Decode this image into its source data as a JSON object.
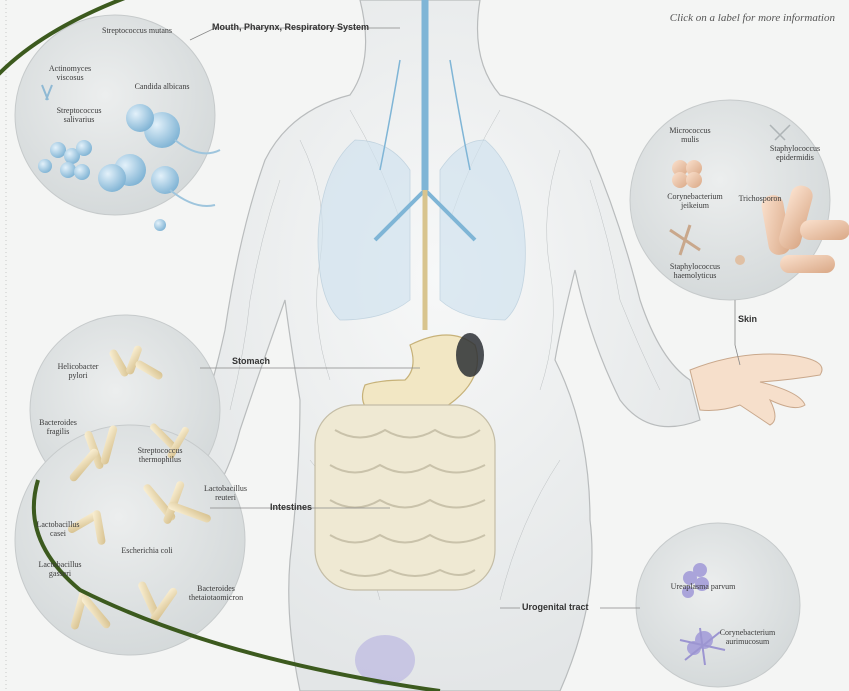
{
  "hint": "Click on a label for more information",
  "organs": {
    "mouth": "Mouth, Pharynx, Respiratory System",
    "stomach": "Stomach",
    "intestines": "Intestines",
    "skin": "Skin",
    "urogenital": "Urogenital tract"
  },
  "mouth_bacteria": [
    "Streptococcus mutans",
    "Actinomyces viscosus",
    "Candida albicans",
    "Streptococcus salivarius"
  ],
  "skin_bacteria": [
    "Micrococcus mulis",
    "Staphylococcus epidermidis",
    "Corynebacterium jeikeium",
    "Trichosporon",
    "Staphylococcus haemolyticus"
  ],
  "gut_bacteria": [
    "Helicobacter pylori",
    "Bacteroides fragilis",
    "Streptococcus thermophilus",
    "Lactobacillus casei",
    "Lactobacillus reuteri",
    "Escherichia coli",
    "Bacteroides thetaiotaomicron",
    "Lactobacillus gasseri"
  ],
  "urogenital_bacteria": [
    "Ureaplasma parvum",
    "Corynebacterium aurimucosum"
  ],
  "colors": {
    "arc": "#3c5a1e",
    "circle_fill": "#dfe3e3",
    "body_outline": "#b9bcbd",
    "vessels_blue": "#7fb5d6",
    "gut": "#efe9d3"
  }
}
